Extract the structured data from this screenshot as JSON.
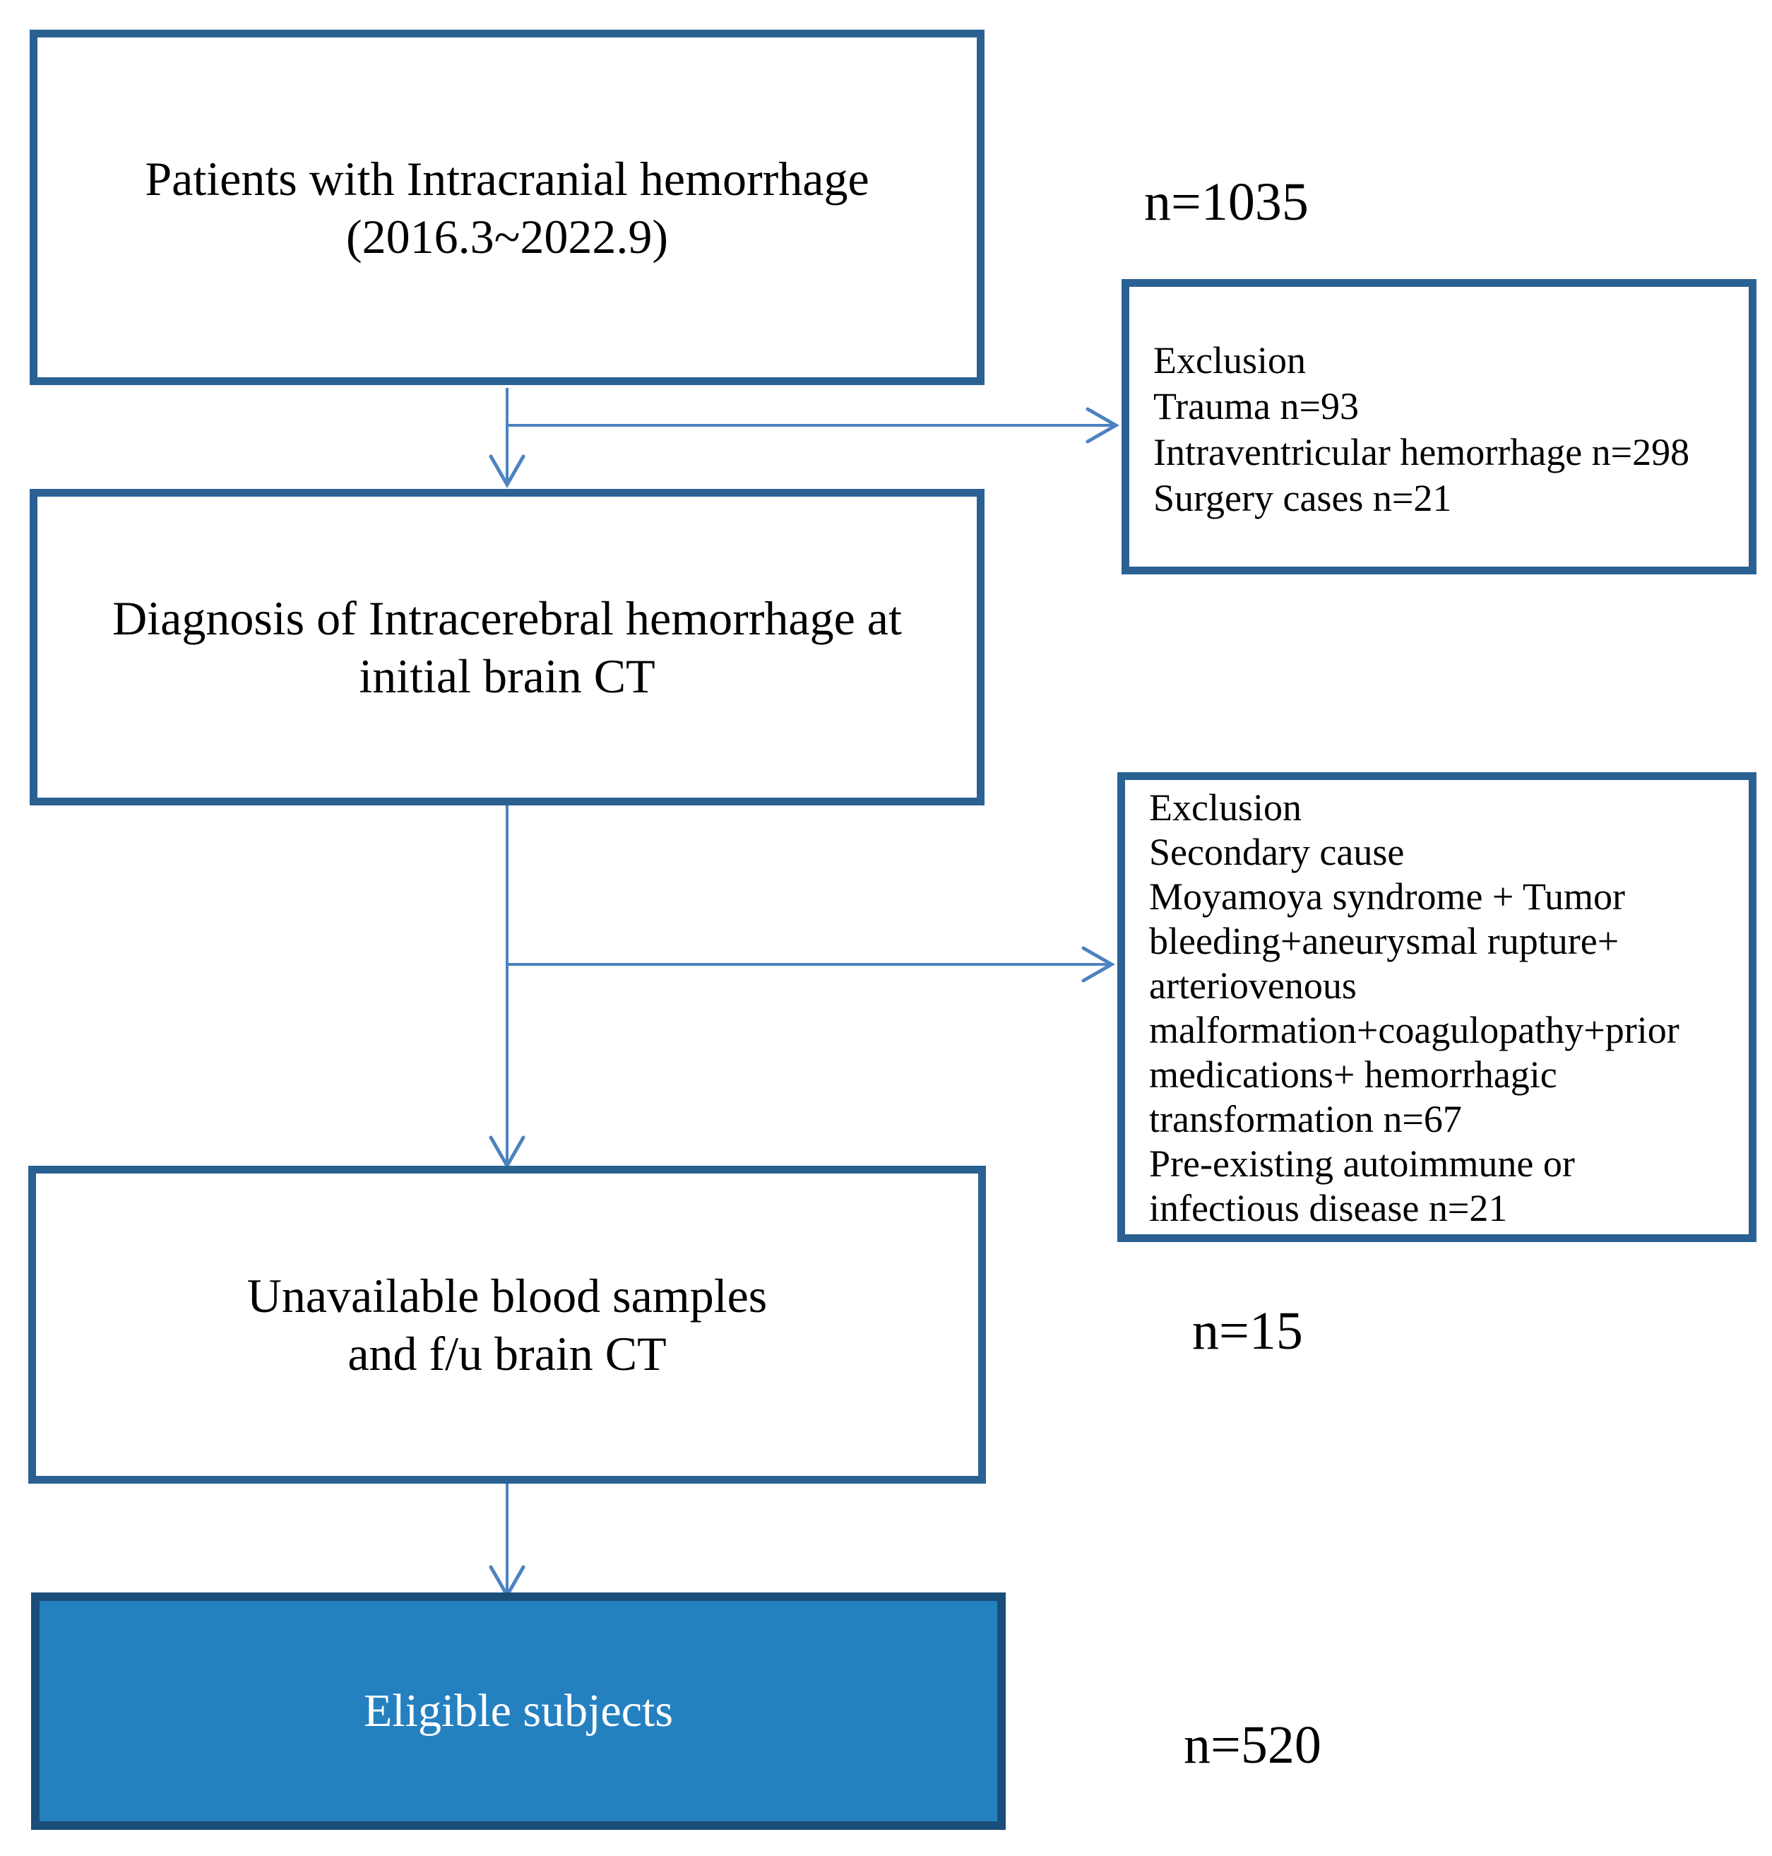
{
  "diagram": {
    "colors": {
      "box_border": "#2a6192",
      "arrow": "#4d82c0",
      "eligible_fill": "#2580c0",
      "eligible_border": "#1a4d78",
      "text": "#000000",
      "eligible_text": "#ffffff",
      "background": "#ffffff"
    },
    "nodes": {
      "initial": {
        "lines": [
          "Patients with Intracranial hemorrhage",
          "(2016.3~2022.9)"
        ],
        "count_label": "n=1035"
      },
      "exclusion1": {
        "lines": [
          "Exclusion",
          "Trauma n=93",
          "Intraventricular hemorrhage n=298",
          "Surgery cases n=21"
        ]
      },
      "diagnosis": {
        "lines": [
          "Diagnosis of Intracerebral hemorrhage at",
          "initial brain CT"
        ]
      },
      "exclusion2": {
        "lines": [
          "Exclusion",
          "Secondary cause",
          "Moyamoya syndrome + Tumor",
          "bleeding+aneurysmal rupture+",
          "arteriovenous",
          "malformation+coagulopathy+prior",
          "medications+ hemorrhagic",
          "transformation n=67",
          "Pre-existing autoimmune or",
          "infectious disease n=21"
        ]
      },
      "unavailable": {
        "lines": [
          "Unavailable blood samples",
          "and f/u brain CT"
        ],
        "count_label": "n=15"
      },
      "eligible": {
        "lines": [
          "Eligible subjects"
        ],
        "count_label": "n=520"
      }
    }
  }
}
